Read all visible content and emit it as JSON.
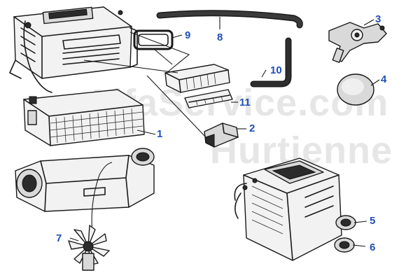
{
  "watermark": {
    "line1": "AlfaService.com",
    "line2": "Hurtienne"
  },
  "callouts": [
    {
      "id": "1",
      "label": "1"
    },
    {
      "id": "2",
      "label": "2"
    },
    {
      "id": "3",
      "label": "3"
    },
    {
      "id": "4",
      "label": "4"
    },
    {
      "id": "5",
      "label": "5"
    },
    {
      "id": "6",
      "label": "6"
    },
    {
      "id": "7",
      "label": "7"
    },
    {
      "id": "8",
      "label": "8"
    },
    {
      "id": "9",
      "label": "9"
    },
    {
      "id": "10",
      "label": "10"
    },
    {
      "id": "11",
      "label": "11"
    }
  ],
  "colors": {
    "callout": "#1f4fb8",
    "line_art": "#1a1a1a",
    "watermark": "#e6e6e6"
  }
}
